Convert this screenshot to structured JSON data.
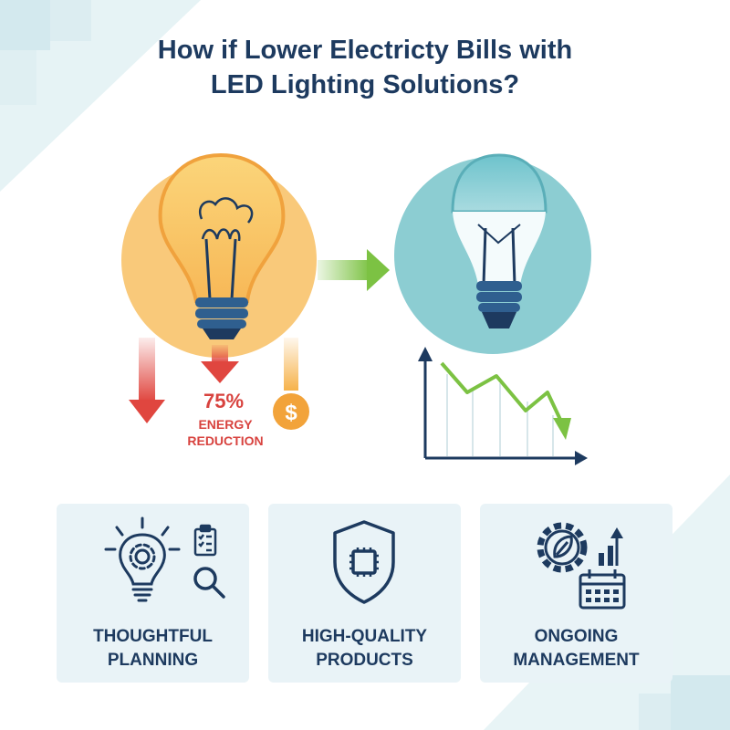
{
  "title": {
    "line1": "How if Lower Electricty Bills with",
    "line2": "LED Lighting Solutions?"
  },
  "stat": {
    "percent": "75%",
    "label_line1": "ENERGY",
    "label_line2": "REDUCTION"
  },
  "dollar_symbol": "$",
  "colors": {
    "title": "#1d3a5f",
    "incandescent_circle": "#f9c97a",
    "led_circle": "#8ccdd2",
    "arrow_green": "#7cc243",
    "arrow_red": "#e0463f",
    "coin_orange": "#f2a33a",
    "card_bg": "#e9f3f7"
  },
  "cards": [
    {
      "label_line1": "THOUGHTFUL",
      "label_line2": "PLANNING",
      "icons": [
        "lightbulb-gear-icon",
        "clipboard-icon",
        "magnifier-icon"
      ]
    },
    {
      "label_line1": "HIGH-QUALITY",
      "label_line2": "PRODUCTS",
      "icons": [
        "shield-chip-icon"
      ]
    },
    {
      "label_line1": "ONGOING",
      "label_line2": "MANAGEMENT",
      "icons": [
        "gear-leaf-icon",
        "bar-arrow-icon",
        "calendar-icon"
      ]
    }
  ]
}
